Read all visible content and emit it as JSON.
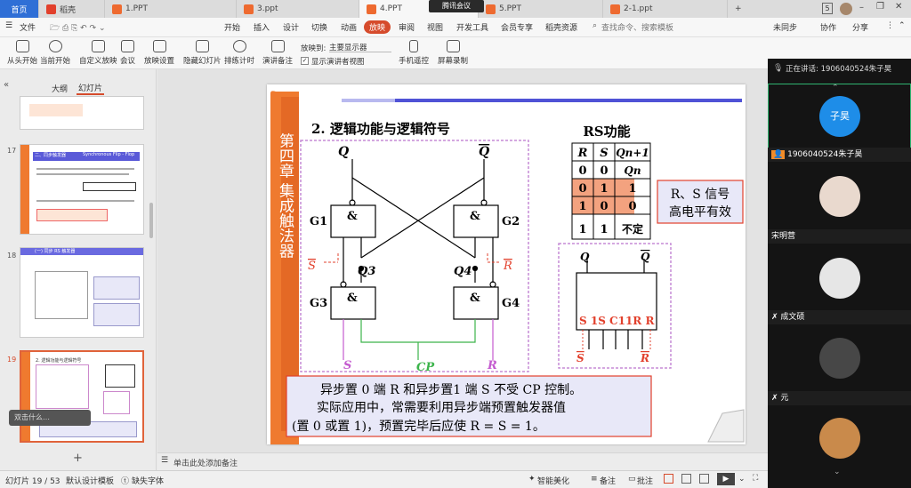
{
  "tabs": [
    {
      "label": "首页"
    },
    {
      "label": "稻壳"
    },
    {
      "label": "1.PPT"
    },
    {
      "label": "3.ppt"
    },
    {
      "label": "4.PPT"
    },
    {
      "label": "5.PPT"
    },
    {
      "label": "2-1.ppt"
    }
  ],
  "meeting_badge": "腾讯会议",
  "toolbar_counter": "5",
  "menu": {
    "file": "文件",
    "items": [
      "开始",
      "插入",
      "设计",
      "切换",
      "动画",
      "放映",
      "审阅",
      "视图",
      "开发工具",
      "会员专享",
      "稻壳资源"
    ],
    "search": "查找命令、搜索模板",
    "right": [
      "未同步",
      "协作",
      "分享"
    ]
  },
  "toolbar": {
    "buttons": [
      "从头开始",
      "当前开始",
      "自定义放映",
      "会议",
      "放映设置",
      "隐藏幻灯片",
      "排练计时",
      "演讲备注"
    ],
    "show_to_label": "放映到:",
    "show_to_value": "主要显示器",
    "presenter_view": "显示演讲者视图",
    "remote": "手机遥控",
    "record": "屏幕录制"
  },
  "left_panel": {
    "tabs": [
      "大纲",
      "幻灯片"
    ],
    "slide_numbers": [
      "17",
      "18",
      "19"
    ],
    "thumb17_lines": [
      "二、同步触发器",
      "Synchronous Flip - Flop"
    ],
    "thumb18_title": "(一) 同步 RS 触发器",
    "thumb19_title": "2. 逻辑功能与逻辑符号",
    "add": "+",
    "tip": "双击什么…"
  },
  "slide": {
    "chapter": "第四章 集成触法器",
    "title": "2. 逻辑功能与逻辑符号",
    "outputs": [
      "Q",
      "Q"
    ],
    "gates": [
      "G1",
      "G2",
      "G3",
      "G4"
    ],
    "and_symbol": "&",
    "inner": [
      "Q3",
      "Q4"
    ],
    "sd": "S",
    "rd": "R",
    "inputs": [
      "S",
      "CP",
      "R"
    ],
    "table_title": "RS功能",
    "table_header": [
      "R",
      "S",
      "Qn+1"
    ],
    "table_rows": [
      [
        "0",
        "0",
        "Qn"
      ],
      [
        "0",
        "1",
        "1"
      ],
      [
        "1",
        "0",
        "0"
      ],
      [
        "1",
        "1",
        "不定"
      ]
    ],
    "callout_lines": [
      "R、S 信号",
      "高电平有效"
    ],
    "symbol_outputs": [
      "Q",
      "Q"
    ],
    "symbol_pins": "S 1S C11R R",
    "symbol_inputs": [
      "S",
      "R"
    ],
    "note_lines": [
      "异步置 0 端 R 和异步置1 端 S 不受 CP 控制。",
      "实际应用中，常需要利用异步端预置触发器值",
      "(置 0 或置 1)，预置完毕后应使 R = S = 1。"
    ]
  },
  "notes_placeholder": "单击此处添加备注",
  "status": {
    "slide_count": "幻灯片 19 / 53",
    "template": "默认设计模板",
    "missing_font": "缺失字体",
    "beautify": "智能美化",
    "notes": "备注",
    "comments": "批注"
  },
  "meeting": {
    "speaking": "正在讲话: 1906040524朱子昊",
    "avatar_text": "子昊",
    "participants": [
      "1906040524朱子昊",
      "宋明营",
      "成文硕",
      "元"
    ]
  },
  "colors": {
    "accent": "#d64b2c",
    "home_tab": "#2f6fd6",
    "chapter_orange": "#ef7a2f",
    "meeting_bg": "#141414"
  }
}
